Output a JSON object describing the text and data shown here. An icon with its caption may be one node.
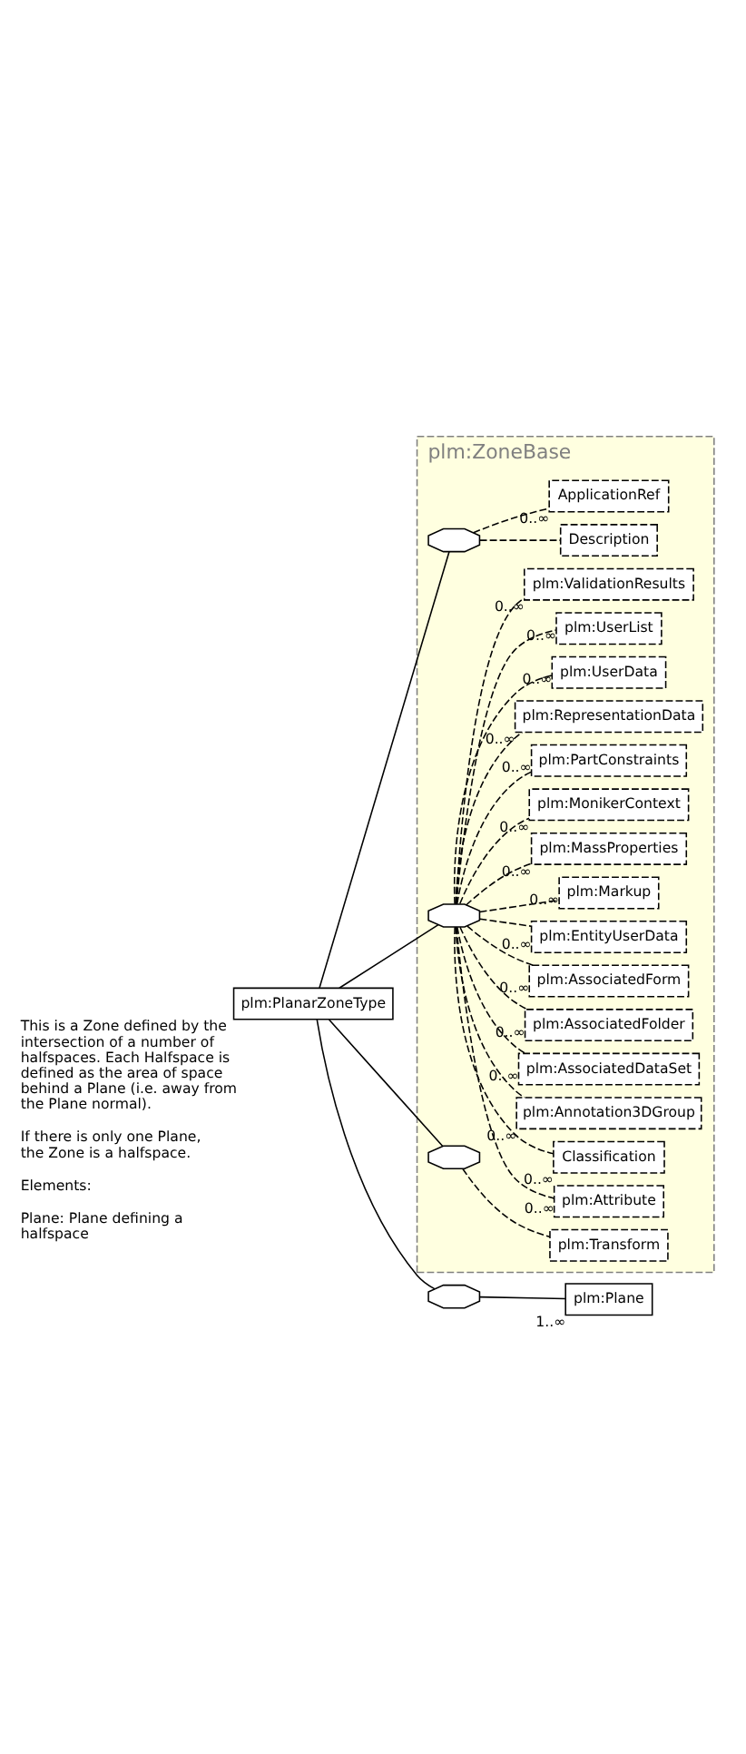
{
  "diagram": {
    "nodes": [
      {
        "text": [
          "plm:PlanarZoneType"
        ],
        "beside": [
          "This is a Zone defined by the intersection of a number of halfspaces. Each Halfspace is defined as the area of space behind a Plane (i.e. away from the Plane normal).",
          "If there is only one Plane, the Zone is a halfspace.",
          "Elements:",
          "Plane: Plane defining a halfspace"
        ]
      },
      {
        "text": [
          "plm:ZoneBase"
        ]
      },
      {
        "text": [],
        "shape": "octagon",
        "in": 1
      },
      {
        "text": [
          "Description"
        ],
        "in": 1
      },
      {
        "text": [
          "ApplicationRef"
        ],
        "in": 1,
        "beside": [
          "0..∞"
        ]
      },
      {
        "text": [],
        "shape": "octagon",
        "in": 1
      },
      {
        "text": [
          "plm:Attribute"
        ],
        "in": 1,
        "beside": [
          "0..∞"
        ]
      },
      {
        "text": [
          "Classification"
        ],
        "in": 1,
        "beside": [
          "0..∞"
        ]
      },
      {
        "text": [
          "plm:Annotation3DGroup"
        ],
        "in": 1,
        "beside": [
          "0..∞"
        ]
      },
      {
        "text": [
          "plm:AssociatedDataSet"
        ],
        "in": 1,
        "beside": [
          "0..∞"
        ]
      },
      {
        "text": [
          "plm:AssociatedFolder"
        ],
        "in": 1,
        "beside": [
          "0..∞"
        ]
      },
      {
        "text": [
          "plm:AssociatedForm"
        ],
        "in": 1,
        "beside": [
          "0..∞"
        ]
      },
      {
        "text": [
          "plm:EntityUserData"
        ],
        "in": 1,
        "beside": [
          "0..∞"
        ]
      },
      {
        "text": [
          "plm:Markup"
        ],
        "in": 1,
        "beside": [
          "0..∞"
        ]
      },
      {
        "text": [
          "plm:MassProperties"
        ],
        "in": 1,
        "beside": [
          "0..∞"
        ]
      },
      {
        "text": [
          "plm:MonikerContext"
        ],
        "in": 1,
        "beside": [
          "0..∞"
        ]
      },
      {
        "text": [
          "plm:PartConstraints"
        ],
        "in": 1,
        "beside": [
          "0..∞"
        ]
      },
      {
        "text": [
          "plm:RepresentationData"
        ],
        "in": 1,
        "beside": [
          "0..∞"
        ]
      },
      {
        "text": [
          "plm:UserData"
        ],
        "in": 1,
        "beside": [
          "0..∞"
        ]
      },
      {
        "text": [
          "plm:UserList"
        ],
        "in": 1,
        "beside": [
          "0..∞"
        ]
      },
      {
        "text": [
          "plm:ValidationResults"
        ],
        "in": 1,
        "beside": [
          "0..∞"
        ]
      },
      {
        "text": [],
        "shape": "octagon",
        "in": 1
      },
      {
        "text": [
          "plm:Transform"
        ],
        "in": 1
      },
      {
        "text": [],
        "shape": "octagon"
      },
      {
        "text": [
          "plm:Plane"
        ],
        "beside": [
          "1..∞"
        ]
      }
    ],
    "edges": [
      {
        "from": 0,
        "to": 2,
        "arrow": "none"
      },
      {
        "from": 0,
        "to": 5,
        "arrow": "none"
      },
      {
        "from": 0,
        "to": 21,
        "arrow": "none"
      },
      {
        "from": 0,
        "to": 23,
        "arrow": "none"
      },
      {
        "from": 2,
        "to": 3,
        "arrow": "none",
        "style": "dashed"
      },
      {
        "from": 2,
        "to": 4,
        "arrow": "none",
        "style": "dashed"
      },
      {
        "from": 5,
        "to": 6,
        "arrow": "none",
        "style": "dashed"
      },
      {
        "from": 5,
        "to": 7,
        "arrow": "none",
        "style": "dashed"
      },
      {
        "from": 5,
        "to": 8,
        "arrow": "none",
        "style": "dashed"
      },
      {
        "from": 5,
        "to": 9,
        "arrow": "none",
        "style": "dashed"
      },
      {
        "from": 5,
        "to": 10,
        "arrow": "none",
        "style": "dashed"
      },
      {
        "from": 5,
        "to": 11,
        "arrow": "none",
        "style": "dashed"
      },
      {
        "from": 5,
        "to": 12,
        "arrow": "none",
        "style": "dashed"
      },
      {
        "from": 5,
        "to": 13,
        "arrow": "none",
        "style": "dashed"
      },
      {
        "from": 5,
        "to": 14,
        "arrow": "none",
        "style": "dashed"
      },
      {
        "from": 5,
        "to": 15,
        "arrow": "none",
        "style": "dashed"
      },
      {
        "from": 5,
        "to": 16,
        "arrow": "none",
        "style": "dashed"
      },
      {
        "from": 5,
        "to": 17,
        "arrow": "none",
        "style": "dashed"
      },
      {
        "from": 5,
        "to": 18,
        "arrow": "none",
        "style": "dashed"
      },
      {
        "from": 5,
        "to": 19,
        "arrow": "none",
        "style": "dashed"
      },
      {
        "from": 5,
        "to": 20,
        "arrow": "none",
        "style": "dashed"
      },
      {
        "from": 21,
        "to": 22,
        "arrow": "none",
        "style": "dashed"
      },
      {
        "from": 23,
        "to": 24,
        "arrow": "none"
      }
    ]
  }
}
